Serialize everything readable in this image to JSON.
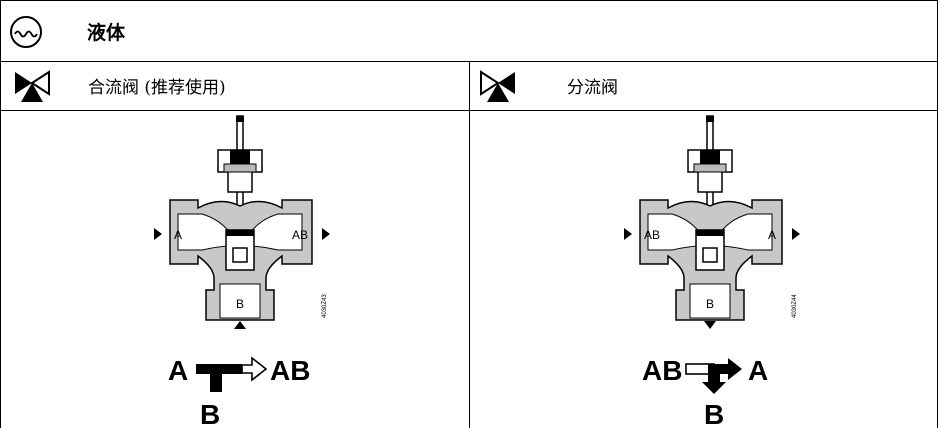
{
  "header": {
    "title": "液体",
    "icon": "liquid-icon"
  },
  "left": {
    "label": "合流阀 (推荐使用)",
    "icon": "mixing-valve-symbol-icon",
    "port_left": "A",
    "port_right": "AB",
    "port_bottom": "B",
    "drawing_code": "4030Z43",
    "flow_from": "A",
    "flow_to": "AB",
    "flow_bottom": "B"
  },
  "right": {
    "label": "分流阀",
    "icon": "diverting-valve-symbol-icon",
    "port_left": "AB",
    "port_right": "A",
    "port_bottom": "B",
    "drawing_code": "4030Z44",
    "flow_from": "AB",
    "flow_to": "A",
    "flow_bottom": "B"
  }
}
